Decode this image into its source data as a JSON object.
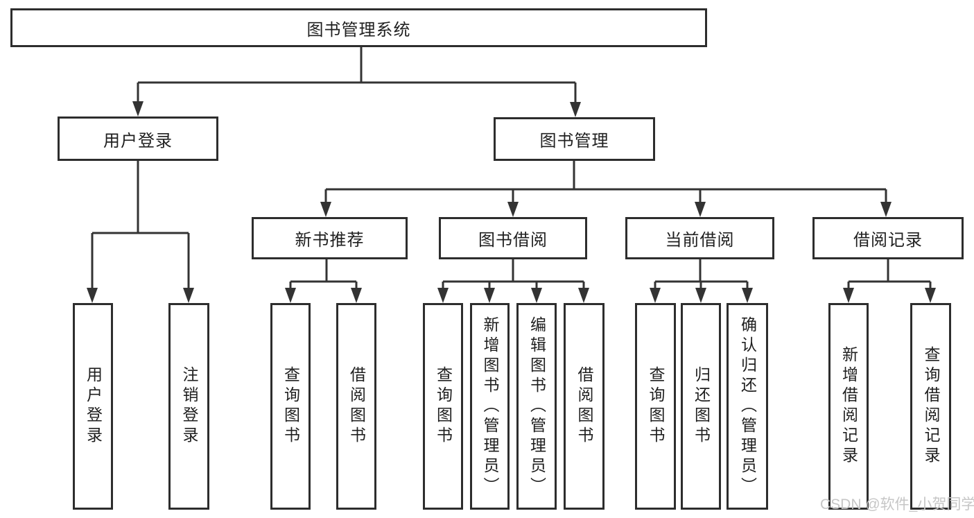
{
  "diagram": {
    "root": {
      "label": "图书管理系统"
    },
    "level1": [
      {
        "label": "用户登录"
      },
      {
        "label": "图书管理"
      }
    ],
    "level2": [
      {
        "label": "新书推荐"
      },
      {
        "label": "图书借阅"
      },
      {
        "label": "当前借阅"
      },
      {
        "label": "借阅记录"
      }
    ],
    "leaves": {
      "user": [
        "用户登录",
        "注销登录"
      ],
      "recommend": [
        "查询图书",
        "借阅图书"
      ],
      "borrow": [
        "查询图书",
        "新增图书（管理员）",
        "编辑图书（管理员）",
        "借阅图书"
      ],
      "current": [
        "查询图书",
        "归还图书",
        "确认归还（管理员）"
      ],
      "records": [
        "新增借阅记录",
        "查询借阅记录"
      ]
    }
  },
  "watermark": "CSDN @软件_小贺同学",
  "colors": {
    "line": "#333333",
    "border": "#2d2d2d",
    "text": "#1f1f1f",
    "watermark": "#c6c6c6",
    "background": "#ffffff"
  }
}
